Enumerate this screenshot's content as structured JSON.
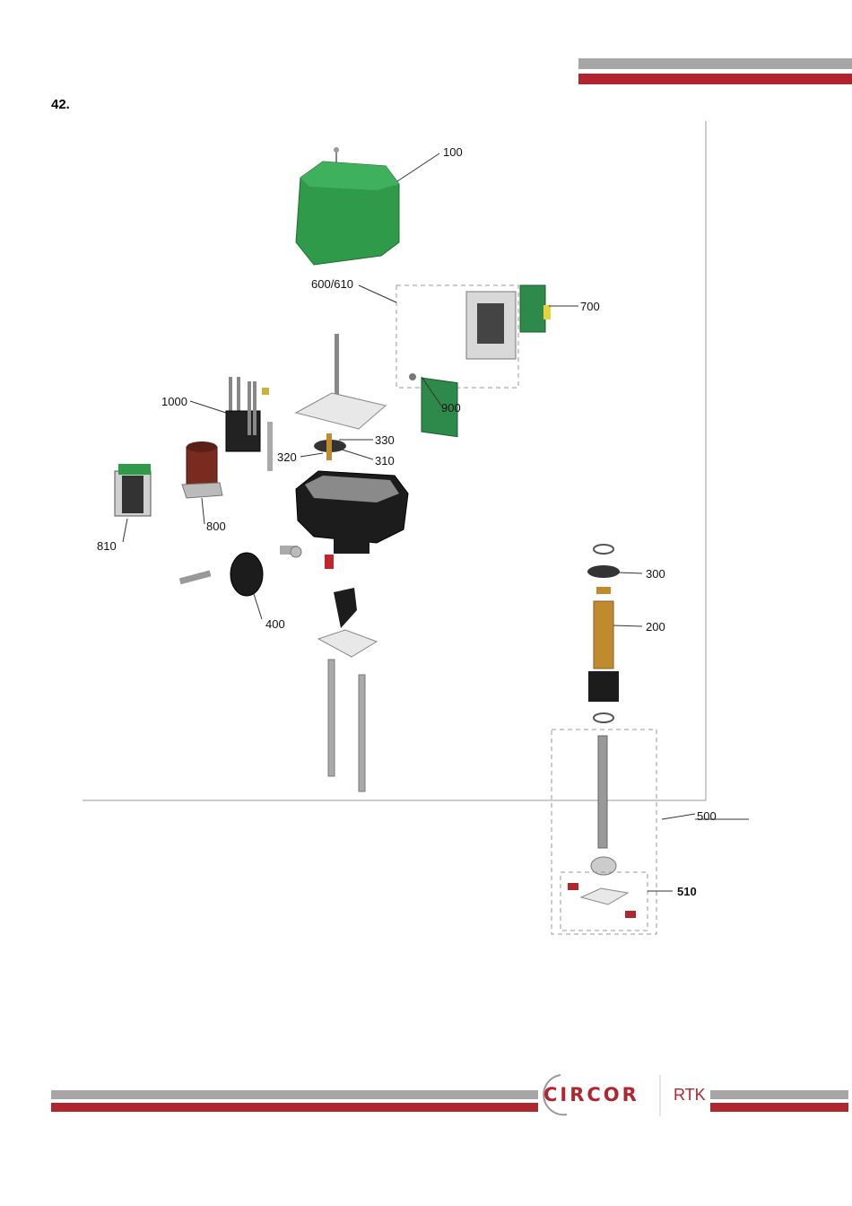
{
  "page": {
    "number": "42."
  },
  "colors": {
    "grey_bar": "#a6a6a6",
    "red_bar": "#b0262e",
    "green_part": "#2f9a4a"
  },
  "callouts": [
    {
      "id": "100",
      "text": "100"
    },
    {
      "id": "600-610",
      "text": "600/610"
    },
    {
      "id": "700",
      "text": "700"
    },
    {
      "id": "900",
      "text": "900"
    },
    {
      "id": "1000",
      "text": "1000"
    },
    {
      "id": "330",
      "text": "330"
    },
    {
      "id": "320",
      "text": "320"
    },
    {
      "id": "310",
      "text": "310"
    },
    {
      "id": "800",
      "text": "800"
    },
    {
      "id": "810",
      "text": "810"
    },
    {
      "id": "400",
      "text": "400"
    },
    {
      "id": "300",
      "text": "300"
    },
    {
      "id": "200",
      "text": "200"
    },
    {
      "id": "500",
      "text": "500"
    },
    {
      "id": "510",
      "text": "510"
    }
  ],
  "footer": {
    "brand": "CIRCOR",
    "sub_brand": "RTK"
  }
}
